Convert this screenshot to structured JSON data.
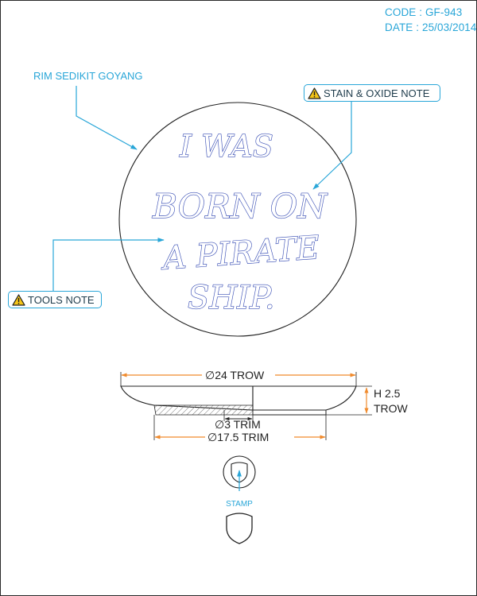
{
  "header": {
    "code": "CODE : GF-943",
    "date": "DATE : 25/03/2014"
  },
  "callouts": {
    "rim": "RIM SEDIKIT GOYANG",
    "stain": "STAIN & OXIDE NOTE",
    "tools": "TOOLS NOTE",
    "stamp": "STAMP"
  },
  "coin_text": {
    "line1": "I WAS",
    "line2": "BORN ON",
    "line3": "A PIRATE",
    "line4": "SHIP."
  },
  "dimensions": {
    "diameter": "∅24 TROW",
    "height_label": "H 2.5",
    "height_unit": "TROW",
    "inner": "∅3 TRIM",
    "base": "∅17.5 TRIM"
  },
  "colors": {
    "accent": "#29a6d8",
    "dimension": "#f08a2c",
    "script": "#3a4fb5",
    "outline": "#222222"
  },
  "icons": [
    "warning-triangle-icon",
    "shield-icon"
  ]
}
